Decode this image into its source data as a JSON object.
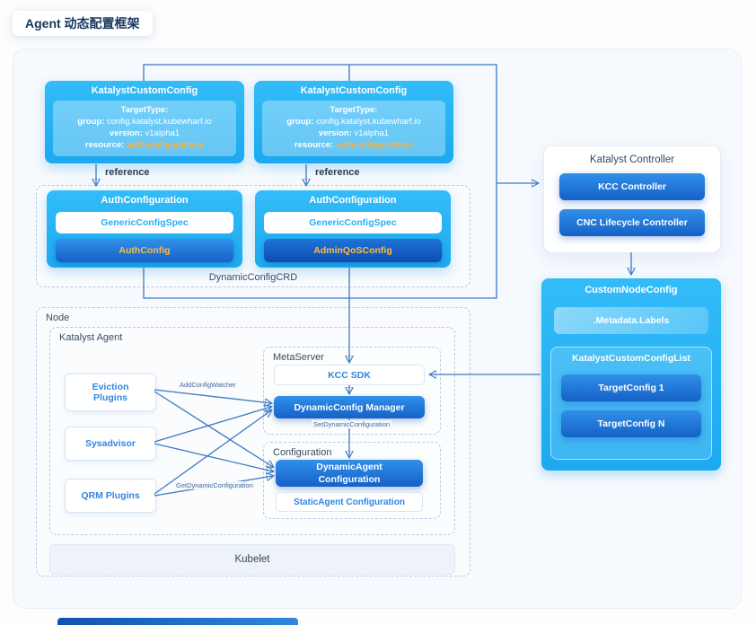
{
  "title": "Agent 动态配置框架",
  "labels": {
    "reference": "reference",
    "dynamic_config_crd": "DynamicConfigCRD",
    "node": "Node",
    "katalyst_agent": "Katalyst Agent",
    "metaserver": "MetaServer",
    "configuration": "Configuration",
    "kubelet": "Kubelet"
  },
  "katalyst_custom_config": {
    "title": "KatalystCustomConfig",
    "target_type": "TargetType:",
    "group_label": "group:",
    "group": "config.katalyst.kubewharf.io",
    "version_label": "version:",
    "version": "v1alpha1",
    "resource_label": "resource:",
    "resource": "authconfigurations"
  },
  "auth_config_left": {
    "title": "AuthConfiguration",
    "spec": "GenericConfigSpec",
    "config": "AuthConfig"
  },
  "auth_config_right": {
    "title": "AuthConfiguration",
    "spec": "GenericConfigSpec",
    "config": "AdminQoSConfig"
  },
  "controller": {
    "title": "Katalyst Controller",
    "kcc_controller": "KCC Controller",
    "cnc_lifecycle_controller": "CNC Lifecycle Controller"
  },
  "custom_node_config": {
    "title": "CustomNodeConfig",
    "metadata_labels": ".Metadata.Labels",
    "list_title": "KatalystCustomConfigList",
    "target_1": "TargetConfig 1",
    "target_n": "TargetConfig N"
  },
  "agent": {
    "plugins": [
      "Eviction Plugins",
      "Sysadvisor",
      "QRM Plugins"
    ],
    "kcc_sdk": "KCC SDK",
    "dynamic_config_manager": "DynamicConfig Manager",
    "dynamic_agent_configuration": "DynamicAgent Configuration",
    "static_agent_configuration": "StaticAgent Configuration"
  },
  "edge_labels": {
    "add_config_watcher": "AddConfigWatcher",
    "set_dynamic_configuration": "SetDynamicConfiguration",
    "get_dynamic_configuration": "GetDynamicConfiguration"
  },
  "colors": {
    "cyan_box": "#29b2f1",
    "blue_button": "#1a67cc",
    "accent_orange": "#ffaf38",
    "connector_line": "#3c79c4"
  }
}
